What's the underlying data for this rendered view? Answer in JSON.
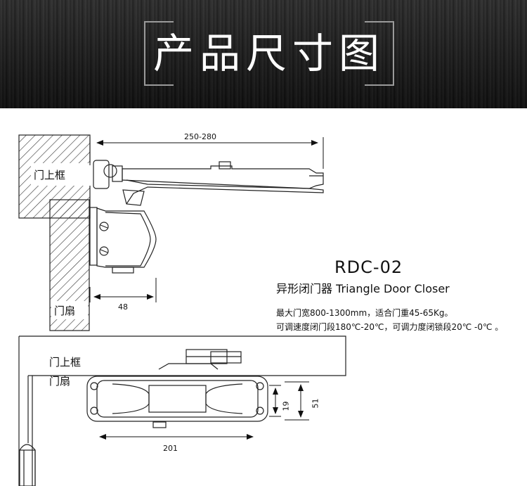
{
  "header": {
    "title": "产品尺寸图"
  },
  "labels": {
    "frame_top": "门上框",
    "door_top": "门扇",
    "frame_bottom": "门上框",
    "door_bottom": "门扇"
  },
  "product": {
    "model": "RDC-02",
    "name": "异形闭门器  Triangle Door Closer",
    "spec1": "最大门宽800-1300mm，适合门重45-65Kg。",
    "spec2": "可调速度闭门段180℃-20℃，可调力度闭锁段20℃ -0℃ 。"
  },
  "dimensions": {
    "arm_length": "250-280",
    "body_depth": "48",
    "body_length": "201",
    "height_small": "19",
    "height_large": "51"
  }
}
